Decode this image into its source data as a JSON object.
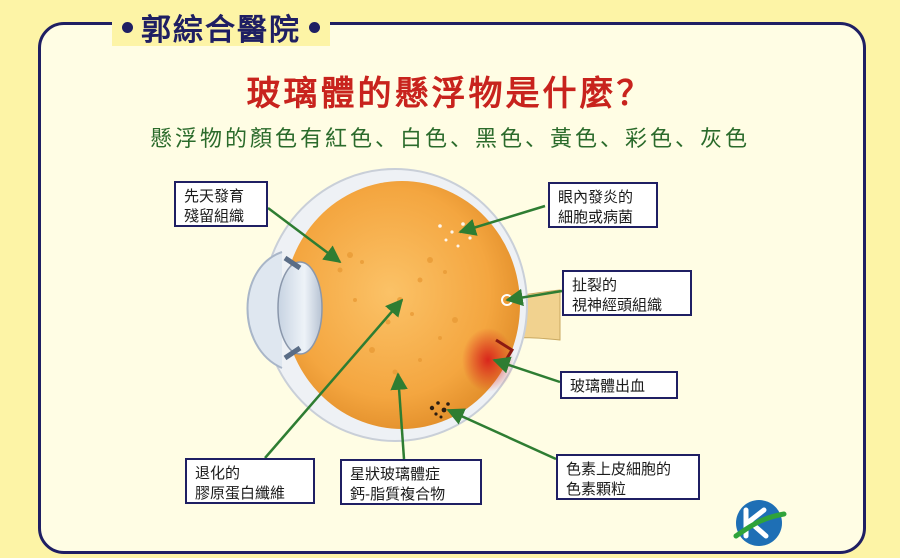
{
  "hospital": {
    "name": "郭綜合醫院"
  },
  "title": "玻璃體的懸浮物是什麼？",
  "subtitle": "懸浮物的顏色有紅色、白色、黑色、黃色、彩色、灰色",
  "labels": {
    "congenital": "先天發育\n殘留組織",
    "inflammation": "眼內發炎的\n細胞或病菌",
    "torn_optic": "扯裂的\n視神經頭組織",
    "hemorrhage": "玻璃體出血",
    "degenerated": "退化的\n膠原蛋白纖維",
    "asteroid": "星狀玻璃體症\n鈣-脂質複合物",
    "pigment": "色素上皮細胞的\n色素顆粒"
  },
  "colors": {
    "title_red": "#c8231d",
    "subtitle_green": "#2b6b2b",
    "navy": "#1f1f63",
    "arrow_green": "#2e7d32",
    "eye_orange": "#f4a640",
    "background_yellow": "#fdf4a6"
  },
  "icons": {
    "logo": "hospital-logo-k"
  }
}
